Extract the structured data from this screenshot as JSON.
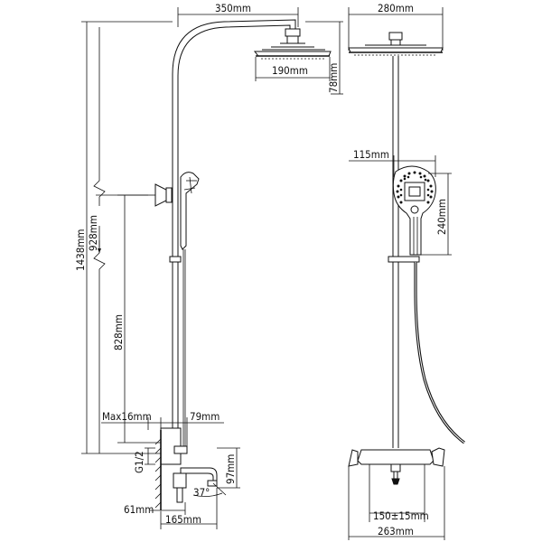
{
  "diagram": {
    "left_view": {
      "dim_arm_reach": "350mm",
      "dim_head_diameter": "190mm",
      "dim_head_drop": "78mm",
      "dim_total_height": "1438mm",
      "dim_holder_from_floor": "928mm",
      "dim_valve_height": "828mm",
      "dim_wall_offset_max": "Max16mm",
      "dim_valve_depth": "79mm",
      "dim_inlet_thread": "G1/2",
      "dim_spout_height": "97mm",
      "dim_spout_angle": "37°",
      "dim_inlet_depth": "61mm",
      "dim_spout_reach": "165mm"
    },
    "right_view": {
      "dim_head_width": "280mm",
      "dim_handshower_width": "115mm",
      "dim_handshower_length": "240mm",
      "dim_inlet_centers": "150±15mm",
      "dim_valve_width": "263mm"
    }
  }
}
